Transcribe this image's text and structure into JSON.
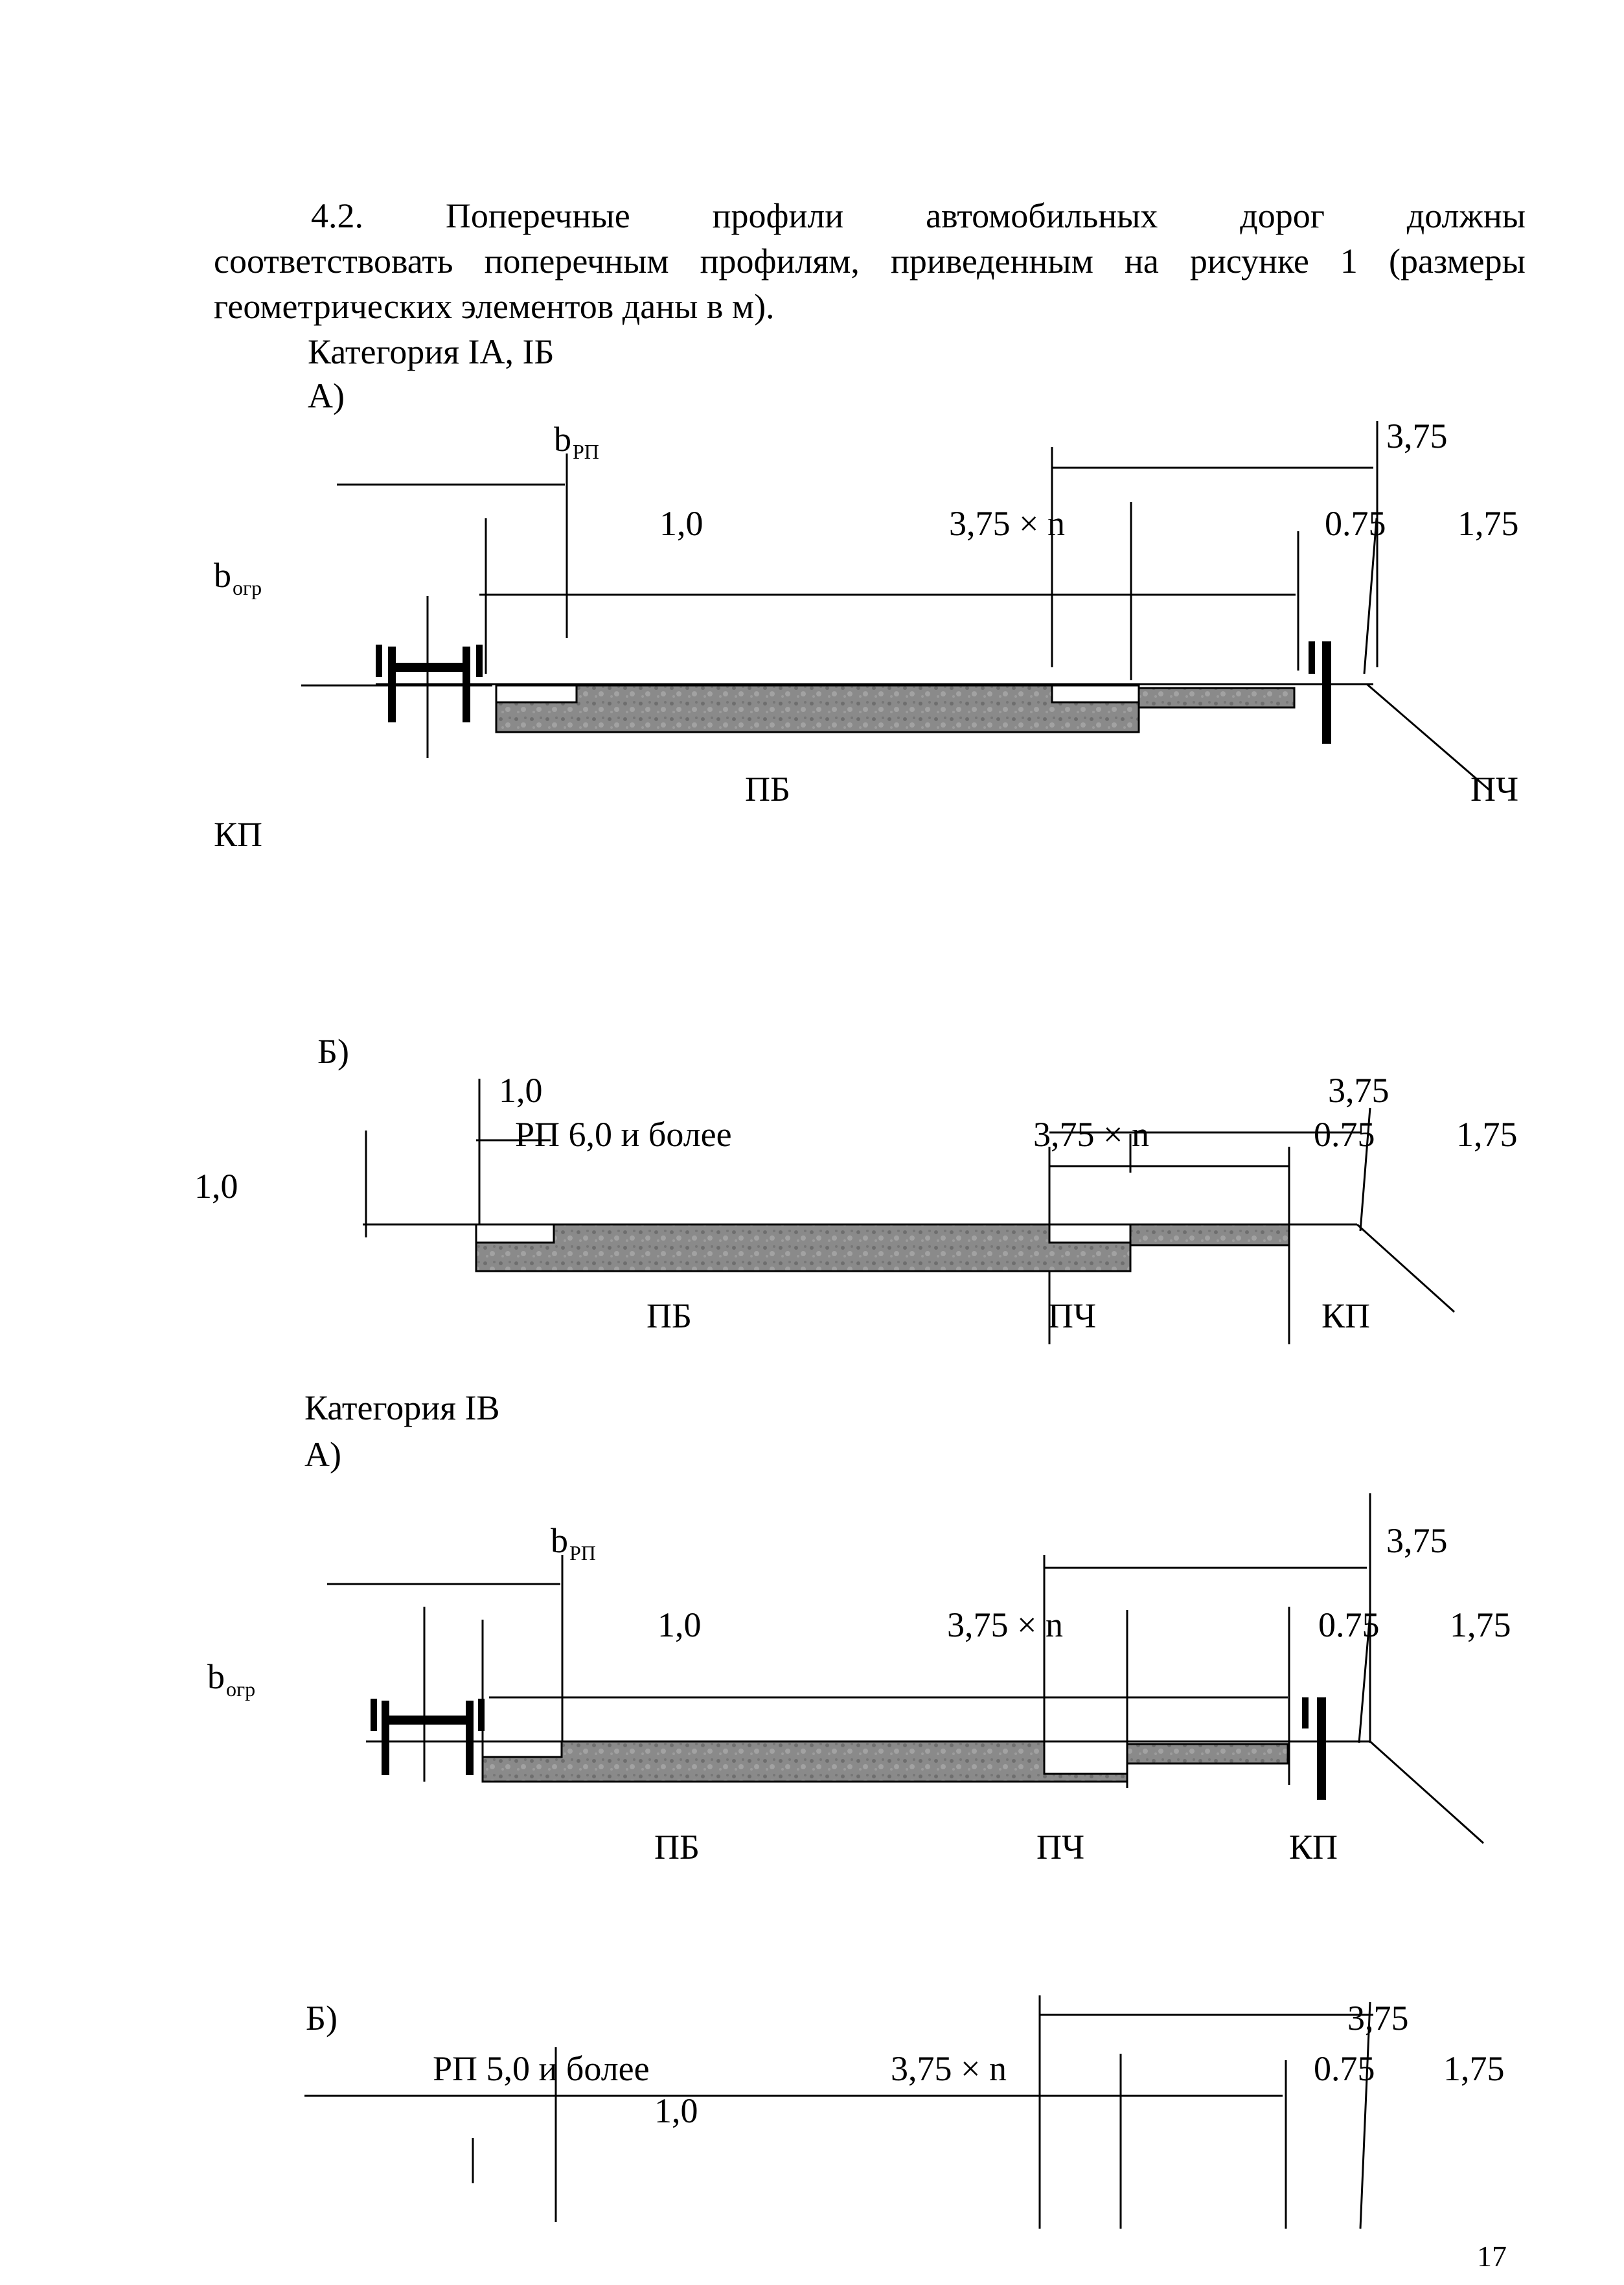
{
  "paragraph": {
    "line1": [
      "4.2.",
      "Поперечные",
      "профили",
      "автомобильных",
      "дорог",
      "должны"
    ],
    "line2": [
      "соответствовать",
      "поперечным",
      "профилям,",
      "приведенным",
      "на",
      "рисунке",
      "1",
      "(размеры"
    ],
    "line3": "геометрических элементов даны в м)."
  },
  "section1": {
    "heading": "Категория IA, IБ",
    "a": {
      "label": "А)",
      "b_rp": "b",
      "b_rp_sub": "РП",
      "dim_375": "3,75",
      "dim_10": "1,0",
      "dim_375n": "3,75 × n",
      "dim_075": "0.75",
      "dim_175": "1,75",
      "b_ogr": "b",
      "b_ogr_sub": "огр",
      "pb": "ПБ",
      "pch": "ПЧ",
      "kp": "КП"
    },
    "b": {
      "label": "Б)",
      "dim_10_top": "1,0",
      "rp_text": "РП  6,0 и более",
      "dim_375": "3,75",
      "dim_375n": "3,75 × n",
      "dim_075": "0.75",
      "dim_175": "1,75",
      "dim_10_left": "1,0",
      "pb": "ПБ",
      "pch": "ПЧ",
      "kp": "КП"
    }
  },
  "section2": {
    "heading": "Категория IB",
    "a": {
      "label": "А)",
      "b_rp": "b",
      "b_rp_sub": "РП",
      "dim_375": "3,75",
      "dim_10": "1,0",
      "dim_375n": "3,75 × n",
      "dim_075": "0.75",
      "dim_175": "1,75",
      "b_ogr": "b",
      "b_ogr_sub": "огр",
      "pb": "ПБ",
      "pch": "ПЧ",
      "kp": "КП"
    },
    "b": {
      "label": "Б)",
      "rp_text": "РП   5,0 и более",
      "dim_10": "1,0",
      "dim_375": "3,75",
      "dim_375n": "3,75 × n",
      "dim_075": "0.75",
      "dim_175": "1,75"
    }
  },
  "page_number": "17"
}
